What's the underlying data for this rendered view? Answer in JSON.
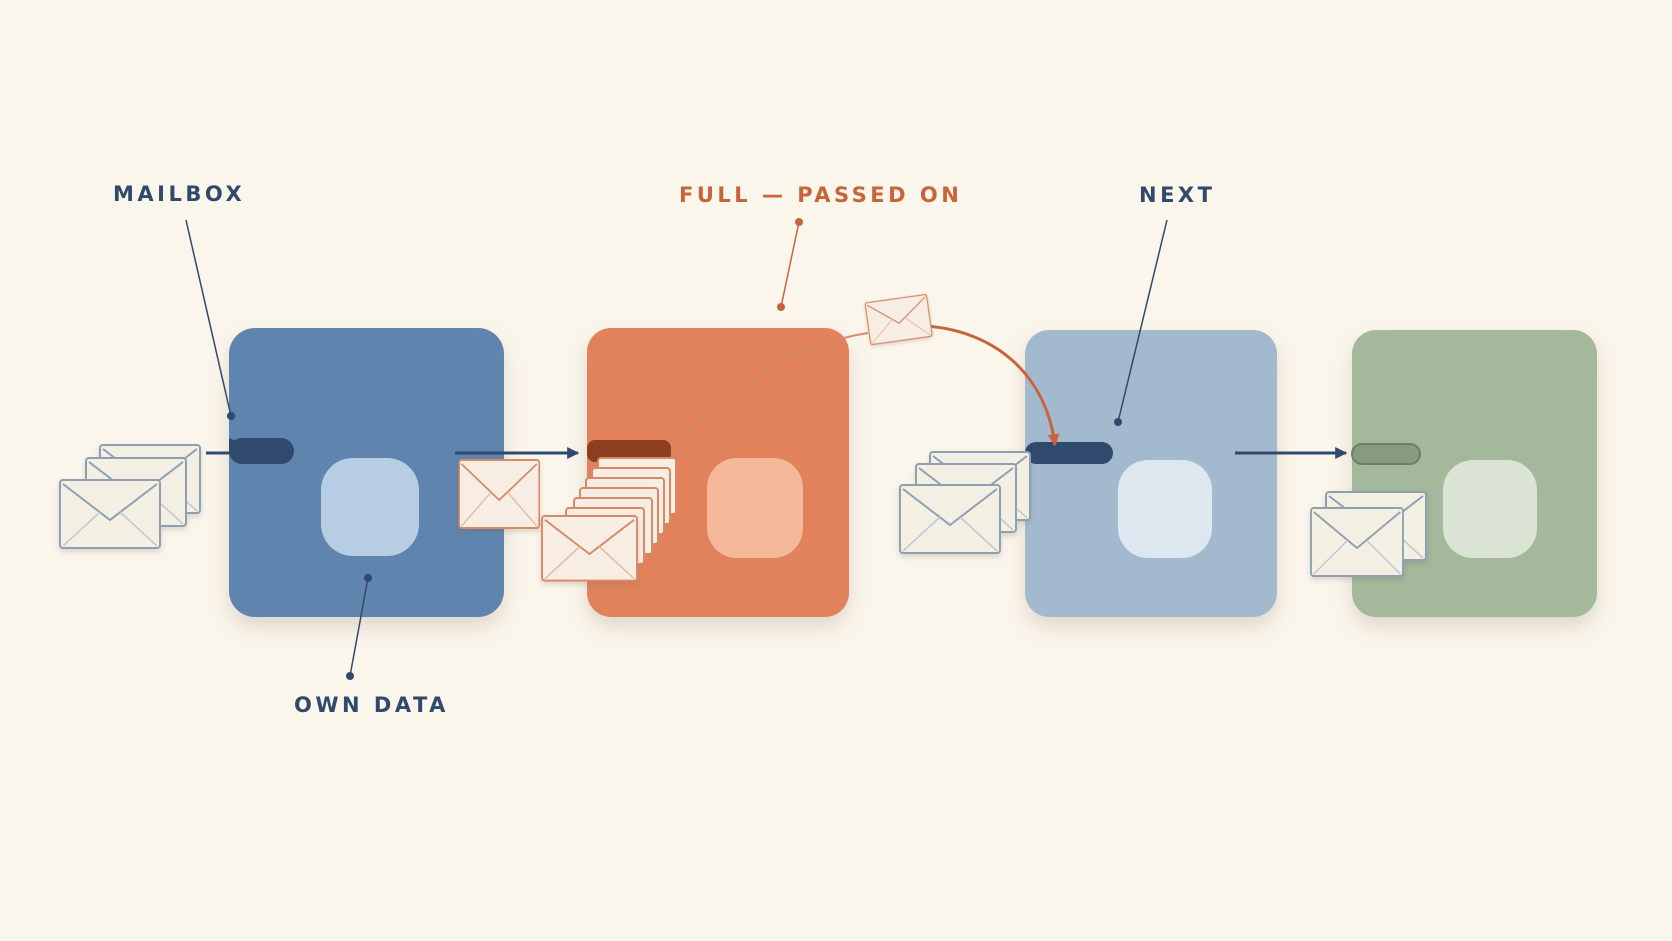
{
  "labels": {
    "mailbox": "MAILBOX",
    "full_passed_on": "FULL — PASSED ON",
    "next": "NEXT",
    "own_data": "OWN DATA"
  },
  "colors": {
    "background": "#fbf6ec",
    "ink": "#2f4a6d",
    "accent": "#c8643a",
    "actor_1": "#5f84ae",
    "actor_2": "#e2825c",
    "actor_3": "#a3bace",
    "actor_4": "#a4b89b",
    "envelope": "#f4efe3"
  },
  "actors": [
    {
      "name": "actor-1",
      "queued_messages": 3
    },
    {
      "name": "actor-2",
      "queued_messages": 7
    },
    {
      "name": "actor-3",
      "queued_messages": 3
    },
    {
      "name": "actor-4",
      "queued_messages": 2
    }
  ],
  "icons": [
    "envelope-icon",
    "arrow-right-icon",
    "curved-arrow-icon",
    "mailbox-slot-icon",
    "data-core-icon"
  ]
}
